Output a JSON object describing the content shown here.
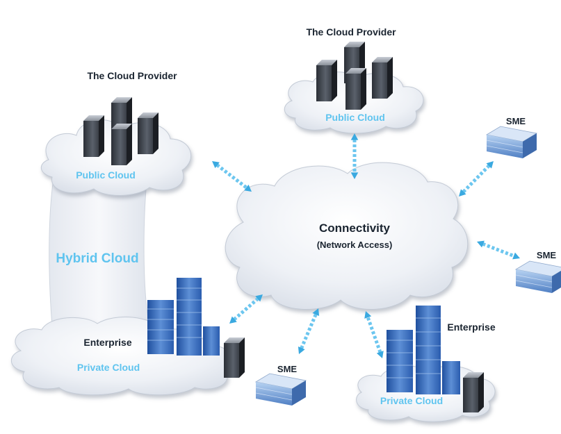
{
  "diagram": {
    "center": {
      "title": "Connectivity",
      "subtitle": "(Network Access)"
    },
    "provider_left": {
      "title": "The Cloud Provider",
      "cloud_label": "Public Cloud"
    },
    "provider_top": {
      "title": "The Cloud Provider",
      "cloud_label": "Public Cloud"
    },
    "hybrid_label": "Hybrid Cloud",
    "enterprise_left": {
      "title": "Enterprise",
      "cloud_label": "Private Cloud"
    },
    "enterprise_right": {
      "title": "Enterprise",
      "cloud_label": "Private Cloud"
    },
    "sme_labels": [
      "SME",
      "SME",
      "SME"
    ],
    "colors": {
      "accent_blue": "#5fc4ef",
      "arrow_blue": "#4fb8ea",
      "text_dark": "#1a2430",
      "cloud_fill": "#eef1f6"
    }
  }
}
